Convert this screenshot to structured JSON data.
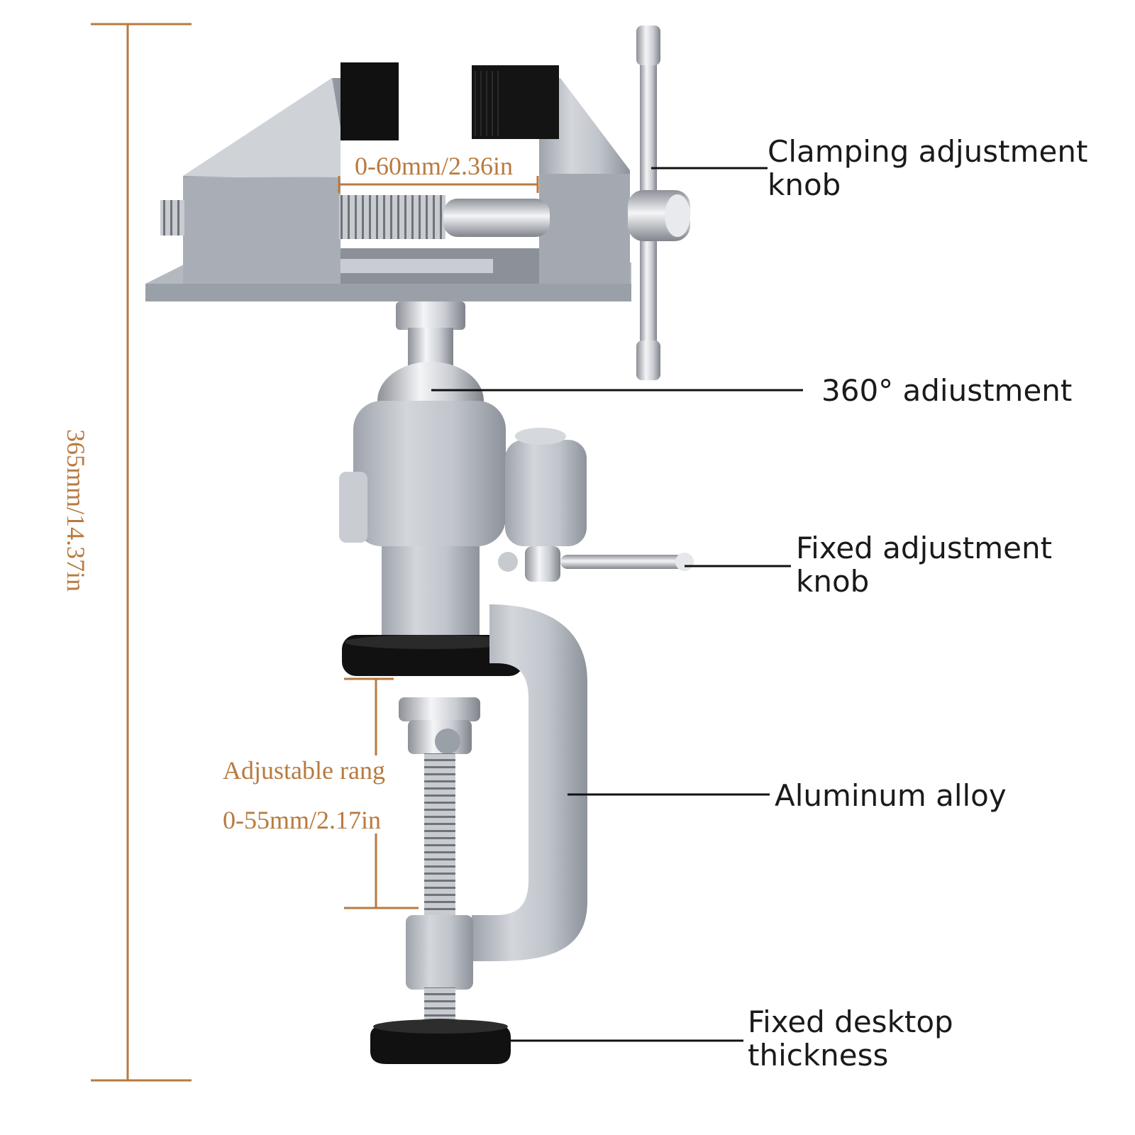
{
  "colors": {
    "dimension": "#b87a3f",
    "leader": "#111111",
    "aluminum": "#b8bcc4",
    "aluminum_dark": "#8c9099",
    "steel": "#d9dbe0",
    "rubber": "#111111"
  },
  "dimensions": {
    "height": "365mm/14.37in",
    "jaw_opening": "0-60mm/2.36in",
    "clamp_range_label": "Adjustable rang",
    "clamp_range_value": "0-55mm/2.17in"
  },
  "callouts": {
    "clamping_knob_line1": "Clamping adjustment",
    "clamping_knob_line2": "knob",
    "rotation": "360° adiustment",
    "fixed_knob_line1": "Fixed adjustment",
    "fixed_knob_line2": "knob",
    "material": "Aluminum alloy",
    "desktop_line1": "Fixed desktop",
    "desktop_line2": "thickness"
  }
}
